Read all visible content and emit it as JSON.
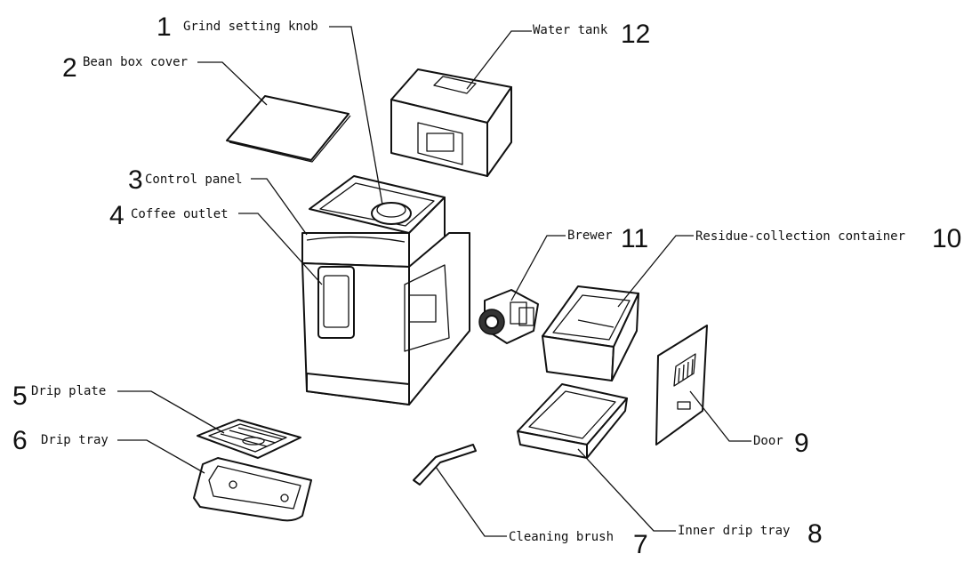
{
  "parts": [
    {
      "number": "1",
      "label": "Grind setting knob"
    },
    {
      "number": "2",
      "label": "Bean box cover"
    },
    {
      "number": "3",
      "label": "Control panel"
    },
    {
      "number": "4",
      "label": "Coffee outlet"
    },
    {
      "number": "5",
      "label": "Drip plate"
    },
    {
      "number": "6",
      "label": "Drip tray"
    },
    {
      "number": "7",
      "label": "Cleaning brush"
    },
    {
      "number": "8",
      "label": "Inner drip tray"
    },
    {
      "number": "9",
      "label": "Door"
    },
    {
      "number": "10",
      "label": "Residue-collection container"
    },
    {
      "number": "11",
      "label": "Brewer"
    },
    {
      "number": "12",
      "label": "Water tank"
    }
  ]
}
